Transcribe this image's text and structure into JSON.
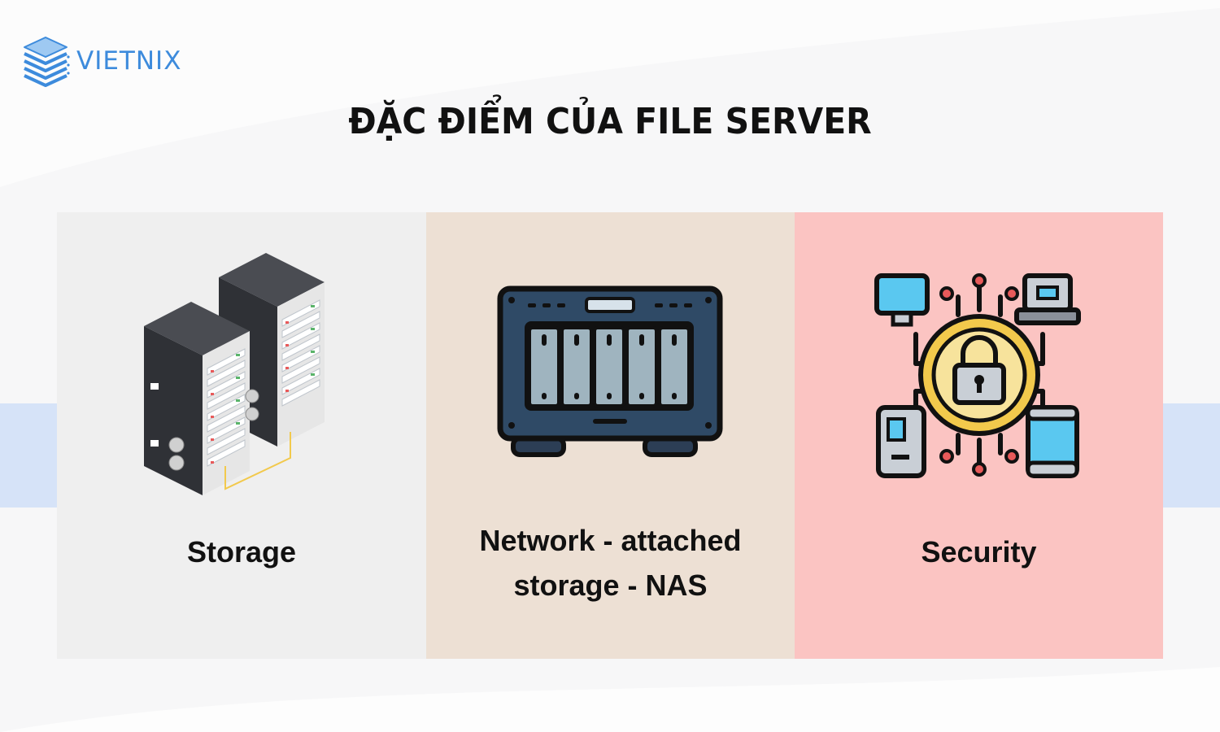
{
  "brand": {
    "name": "VIETNIX",
    "color": "#3d8bdc"
  },
  "title": "ĐẶC ĐIỂM CỦA FILE SERVER",
  "cards": [
    {
      "lines": [
        "Storage"
      ],
      "icon": "server-rack-icon",
      "background": "#efefef"
    },
    {
      "lines": [
        "Network - attached",
        "storage - NAS"
      ],
      "icon": "nas-device-icon",
      "background": "#ede0d4"
    },
    {
      "lines": [
        "Security"
      ],
      "icon": "network-lock-icon",
      "background": "#fbc4c2"
    }
  ],
  "colors": {
    "side_band": "#d6e3f8",
    "page_background": "#f7f7f8"
  }
}
